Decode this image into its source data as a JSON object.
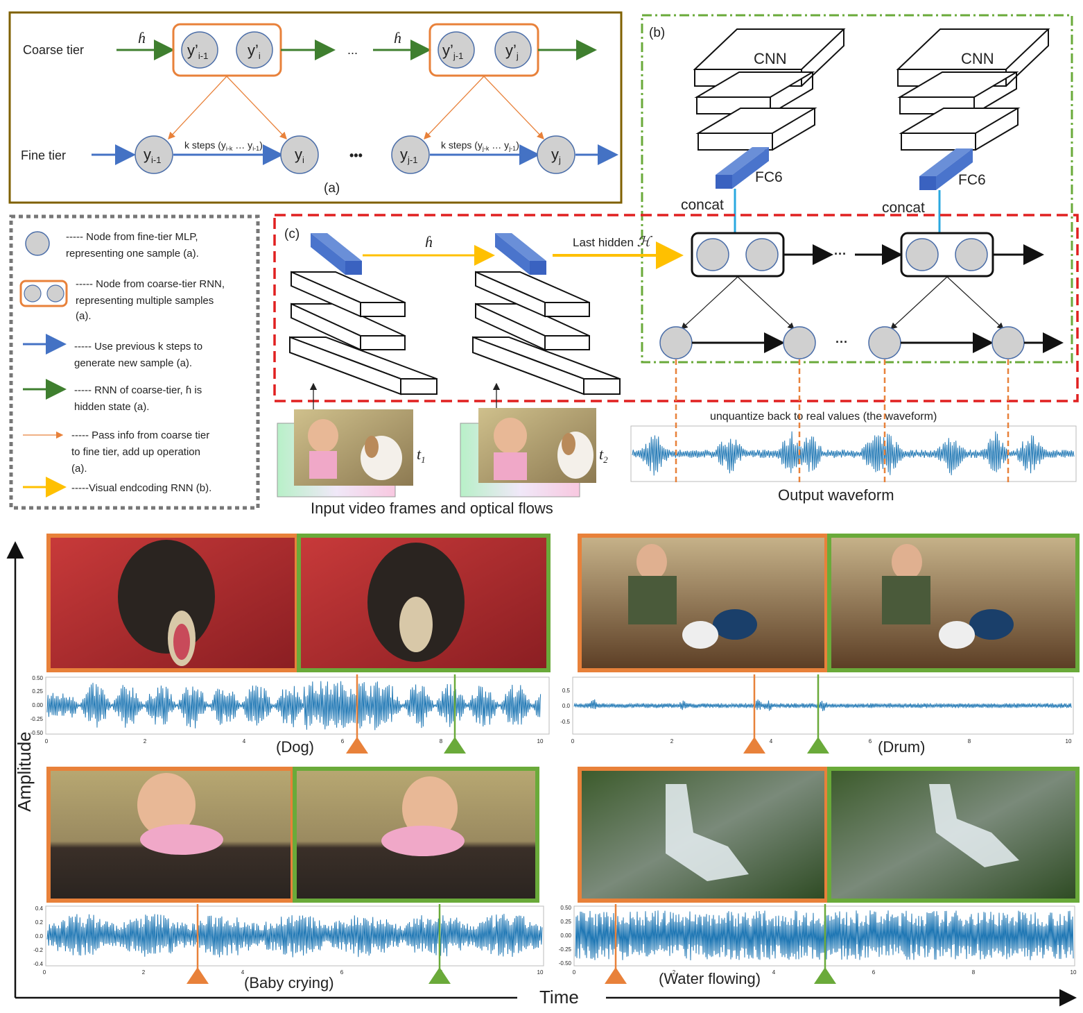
{
  "panel_a": {
    "coarse_tier": "Coarse tier",
    "fine_tier": "Fine tier",
    "h": "ɦ",
    "ellipsis": "...",
    "ellipsis_dots": "•••",
    "yp_im1": "y’",
    "yp_im1_sub": "i-1",
    "yp_i": "y’",
    "yp_i_sub": "i",
    "yp_jm1": "y’",
    "yp_jm1_sub": "j-1",
    "yp_j": "y’",
    "yp_j_sub": "j",
    "y_im1": "y",
    "y_im1_sub": "i-1",
    "y_i": "y",
    "y_i_sub": "i",
    "y_jm1": "y",
    "y_jm1_sub": "j-1",
    "y_j": "y",
    "y_j_sub": "j",
    "ksteps_i_pre": "k steps (y",
    "ksteps_i_s1": "i-k",
    "ksteps_i_mid": " … y",
    "ksteps_i_s2": "i-1",
    "ksteps_i_post": ")",
    "ksteps_j_pre": "k steps (y",
    "ksteps_j_s1": "j-k",
    "ksteps_j_mid": " … y",
    "ksteps_j_s2": "j-1",
    "ksteps_j_post": ")",
    "label": "(a)"
  },
  "legend": {
    "items": [
      {
        "l1": "----- Node from fine-tier MLP,",
        "l2": "representing one sample (a).",
        "l3": ""
      },
      {
        "l1": "----- Node from coarse-tier RNN,",
        "l2": "representing multiple samples",
        "l3": "(a)."
      },
      {
        "l1": "----- Use previous k steps to",
        "l2": "generate new sample (a).",
        "l3": ""
      },
      {
        "l1": "----- RNN of coarse-tier, ɦ is",
        "l2": "hidden state (a).",
        "l3": ""
      },
      {
        "l1": "----- Pass info from coarse tier",
        "l2": "to fine tier, add up operation",
        "l3": "(a)."
      },
      {
        "l1": "-----Visual endcoding RNN (b).",
        "l2": "",
        "l3": ""
      }
    ]
  },
  "panel_b": {
    "label": "(b)",
    "cnn": "CNN",
    "fc6": "FC6",
    "concat": "concat",
    "ellipsis": "···"
  },
  "panel_c": {
    "label": "(c)",
    "h": "ɦ",
    "last_hidden": "Last hidden ",
    "last_hidden_sym": "ℋ",
    "t1": "t",
    "t1_sub": "1",
    "t2": "t",
    "t2_sub": "2",
    "input_caption": "Input video frames and optical flows",
    "unquantize": "unquantize back to real values (the waveform)",
    "output_caption": "Output waveform"
  },
  "bottom": {
    "amplitude": "Amplitude",
    "time": "Time",
    "dog": "(Dog)",
    "drum": "(Drum)",
    "baby": "(Baby crying)",
    "water": "(Water flowing)",
    "dog_y": [
      "0.50",
      "0.25",
      "0.00",
      "-0.25",
      "-0.50"
    ],
    "drum_y": [
      "0.5",
      "0.0",
      "-0.5"
    ],
    "baby_y": [
      "0.4",
      "0.2",
      "0.0",
      "-0.2",
      "-0.4"
    ],
    "water_y": [
      "0.50",
      "0.25",
      "0.00",
      "-0.25",
      "-0.50"
    ],
    "x_ticks": [
      "0",
      "2",
      "4",
      "6",
      "8",
      "10"
    ]
  },
  "colors": {
    "orange": "#e8813a",
    "green": "#6aaa3a",
    "blue": "#4472c4",
    "dark_green": "#3f7f2f",
    "yellow": "#ffc000",
    "red": "#e02020",
    "brown": "#7f6000",
    "wave": "#1f77b4"
  }
}
